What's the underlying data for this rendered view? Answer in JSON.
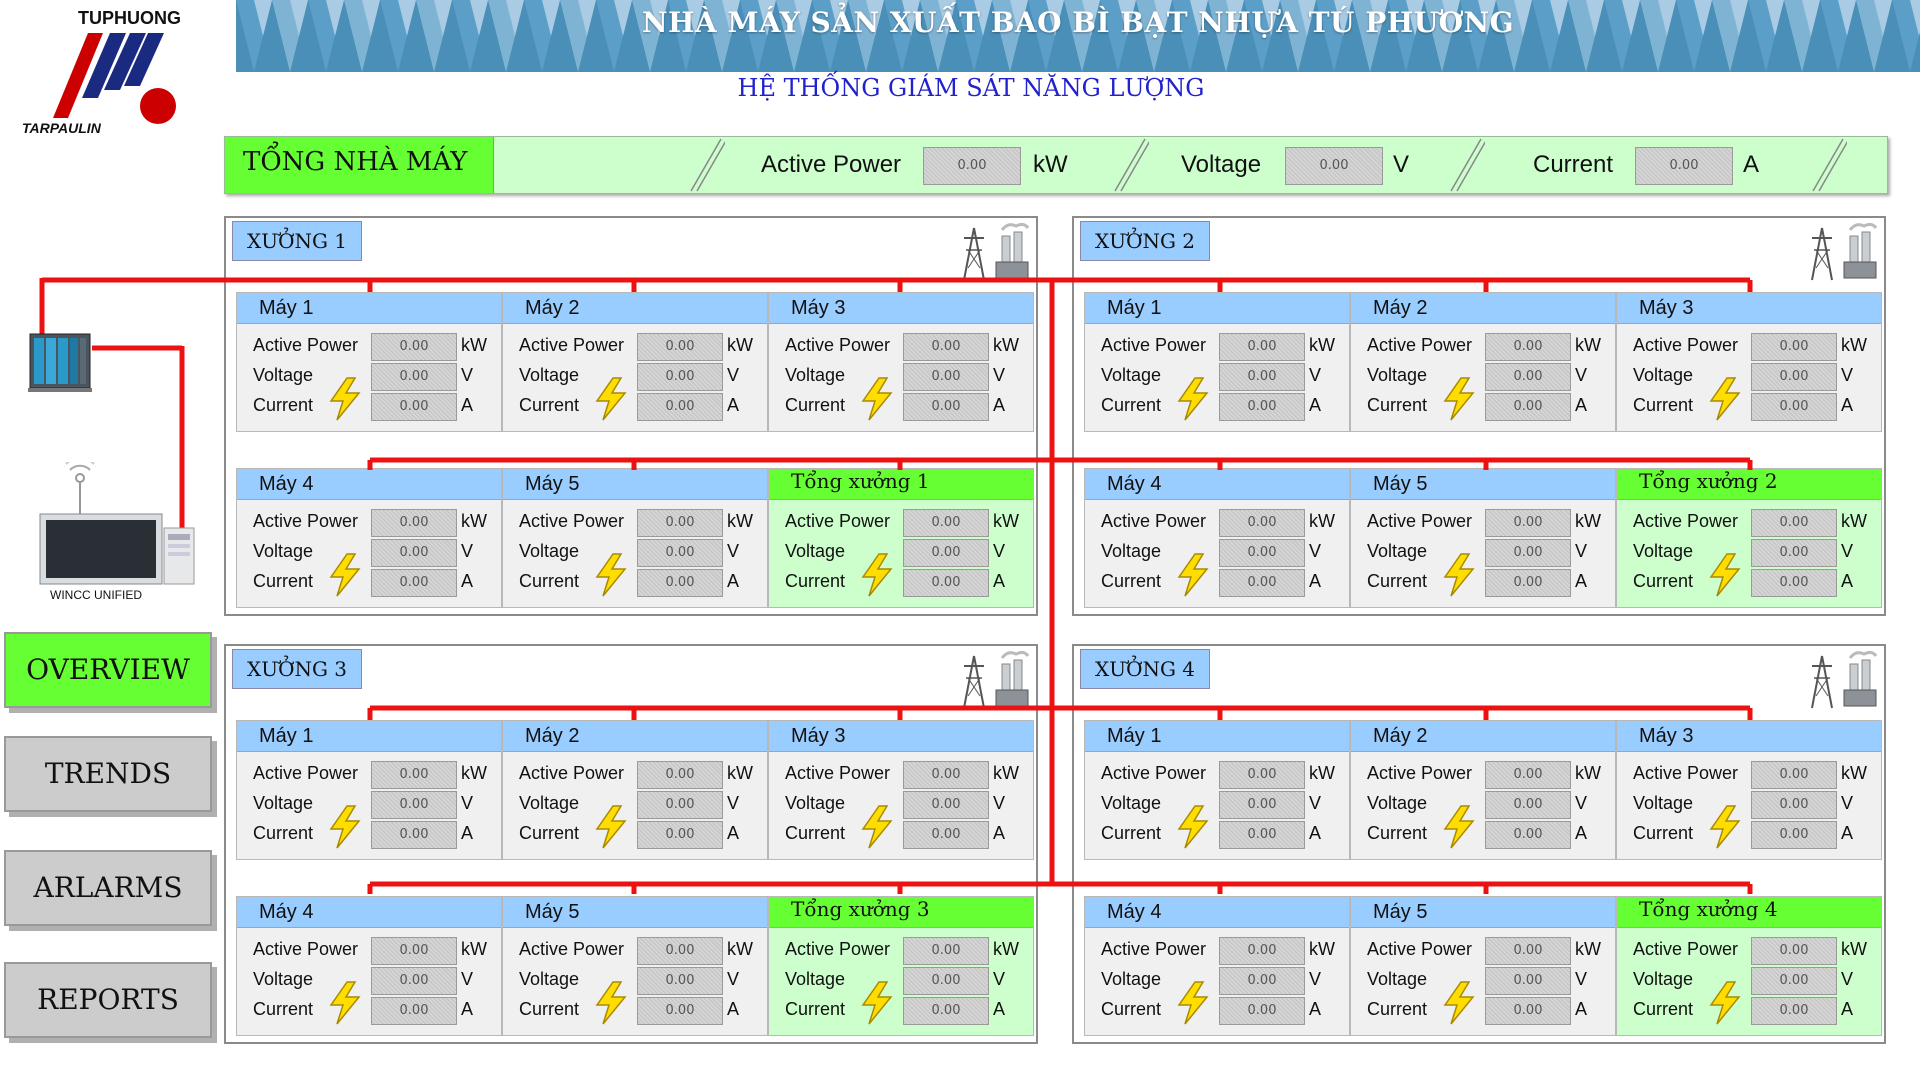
{
  "logo": {
    "brand_top": "TUPHUONG",
    "brand_bottom": "TARPAULIN",
    "accent": "#cc0000",
    "blue": "#1a2a80"
  },
  "header": {
    "title": "NHÀ MÁY SẢN XUẤT BAO BÌ BẠT NHỰA TÚ PHƯƠNG",
    "subtitle": "HỆ THỐNG GIÁM SÁT NĂNG LƯỢNG"
  },
  "plant": {
    "title": "TỔNG NHÀ MÁY",
    "active_power_label": "Active Power",
    "active_power_value": "0.00",
    "active_power_unit": "kW",
    "voltage_label": "Voltage",
    "voltage_value": "0.00",
    "voltage_unit": "V",
    "current_label": "Current",
    "current_value": "0.00",
    "current_unit": "A"
  },
  "workshops": [
    {
      "title": "XƯỞNG 1",
      "cards": [
        {
          "name": "Máy 1",
          "ap": "0.00",
          "v": "0.00",
          "c": "0.00"
        },
        {
          "name": "Máy 2",
          "ap": "0.00",
          "v": "0.00",
          "c": "0.00"
        },
        {
          "name": "Máy 3",
          "ap": "0.00",
          "v": "0.00",
          "c": "0.00"
        },
        {
          "name": "Máy 4",
          "ap": "0.00",
          "v": "0.00",
          "c": "0.00"
        },
        {
          "name": "Máy 5",
          "ap": "0.00",
          "v": "0.00",
          "c": "0.00"
        },
        {
          "name": "Tổng xưởng 1",
          "ap": "0.00",
          "v": "0.00",
          "c": "0.00"
        }
      ]
    },
    {
      "title": "XƯỞNG 2",
      "cards": [
        {
          "name": "Máy 1",
          "ap": "0.00",
          "v": "0.00",
          "c": "0.00"
        },
        {
          "name": "Máy 2",
          "ap": "0.00",
          "v": "0.00",
          "c": "0.00"
        },
        {
          "name": "Máy 3",
          "ap": "0.00",
          "v": "0.00",
          "c": "0.00"
        },
        {
          "name": "Máy 4",
          "ap": "0.00",
          "v": "0.00",
          "c": "0.00"
        },
        {
          "name": "Máy 5",
          "ap": "0.00",
          "v": "0.00",
          "c": "0.00"
        },
        {
          "name": "Tổng xưởng 2",
          "ap": "0.00",
          "v": "0.00",
          "c": "0.00"
        }
      ]
    },
    {
      "title": "XƯỞNG 3",
      "cards": [
        {
          "name": "Máy 1",
          "ap": "0.00",
          "v": "0.00",
          "c": "0.00"
        },
        {
          "name": "Máy 2",
          "ap": "0.00",
          "v": "0.00",
          "c": "0.00"
        },
        {
          "name": "Máy 3",
          "ap": "0.00",
          "v": "0.00",
          "c": "0.00"
        },
        {
          "name": "Máy 4",
          "ap": "0.00",
          "v": "0.00",
          "c": "0.00"
        },
        {
          "name": "Máy 5",
          "ap": "0.00",
          "v": "0.00",
          "c": "0.00"
        },
        {
          "name": "Tổng xưởng 3",
          "ap": "0.00",
          "v": "0.00",
          "c": "0.00"
        }
      ]
    },
    {
      "title": "XƯỞNG 4",
      "cards": [
        {
          "name": "Máy 1",
          "ap": "0.00",
          "v": "0.00",
          "c": "0.00"
        },
        {
          "name": "Máy 2",
          "ap": "0.00",
          "v": "0.00",
          "c": "0.00"
        },
        {
          "name": "Máy 3",
          "ap": "0.00",
          "v": "0.00",
          "c": "0.00"
        },
        {
          "name": "Máy 4",
          "ap": "0.00",
          "v": "0.00",
          "c": "0.00"
        },
        {
          "name": "Máy 5",
          "ap": "0.00",
          "v": "0.00",
          "c": "0.00"
        },
        {
          "name": "Tổng xưởng 4",
          "ap": "0.00",
          "v": "0.00",
          "c": "0.00"
        }
      ]
    }
  ],
  "labels": {
    "active_power": "Active Power",
    "voltage": "Voltage",
    "current": "Current",
    "kw": "kW",
    "v": "V",
    "a": "A"
  },
  "device": {
    "hmi_label": "WINCC UNIFIED"
  },
  "nav": {
    "overview": "OVERVIEW",
    "trends": "TRENDS",
    "alarms": "ARLARMS",
    "reports": "REPORTS"
  },
  "colors": {
    "line": "#ee1111",
    "header_blue": "#4a8fb8",
    "total_green": "#66ff33",
    "machine_blue": "#99ccff",
    "plant_bg": "#ccffcc"
  }
}
